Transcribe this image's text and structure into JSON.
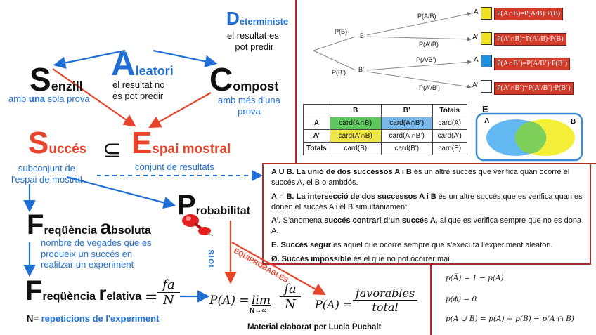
{
  "concepts": {
    "determinista": {
      "cap": "D",
      "rest": "eterministe",
      "desc1": "el resultat es",
      "desc2": "pot predir"
    },
    "aleatori": {
      "cap": "A",
      "rest": "leatori",
      "desc1": "el resultat no",
      "desc2": "es pot predir"
    },
    "senzill": {
      "cap": "S",
      "rest": "enzill",
      "desc_pre": "amb ",
      "desc_bold": "una",
      "desc_post": " sola prova"
    },
    "compost": {
      "cap": "C",
      "rest": "ompost",
      "desc1": "amb més d’una",
      "desc2": "prova"
    },
    "succes": {
      "cap": "S",
      "rest": "uccés",
      "desc1": "subconjunt de",
      "desc2": "l'espai de mostral"
    },
    "subset_symbol": "⊆",
    "espai": {
      "cap": "E",
      "rest": "spai mostral",
      "desc": "conjunt de resultats"
    },
    "probabilitat": {
      "cap": "P",
      "rest": "robabilitat"
    },
    "freq_abs": {
      "cap1": "F",
      "mid": "reqüència ",
      "cap2": "a",
      "rest": "bsoluta",
      "desc1": "nombre de vegades que es",
      "desc2": "produeix un succés en",
      "desc3": "realitzar un experiment"
    },
    "freq_rel": {
      "cap1": "F",
      "mid": "reqüència ",
      "cap2": "r",
      "rest": "elativa",
      "eq": "=",
      "num": "fa",
      "den": "N"
    },
    "n_def": {
      "pre": "N=",
      "text": "repeticions de l'experiment"
    },
    "limit": {
      "lhs": "P(A) =",
      "lim": "lim",
      "sub": "N→∞",
      "num": "fa",
      "den": "N"
    },
    "laplace": {
      "lhs": "P(A) =",
      "num": "favorables",
      "den": "total"
    },
    "arrow_tots": "TOTS",
    "arrow_equi": "EQUIPROBABLES",
    "credit": "Material elaborat per Lucia Puchalt"
  },
  "tree": {
    "root_left": "P(B)",
    "root_right": "P(B’)",
    "b1": "B",
    "b2": "B’",
    "p_ab": "P(A/B)",
    "p_anb": "P(A’/B)",
    "p_abn": "P(A/B’)",
    "p_anbn": "P(A’/B’)",
    "leaves": [
      {
        "label": "A",
        "color": "#f0e020",
        "box": "P(A∩B)=P(A/B)·P(B)"
      },
      {
        "label": "A’",
        "color": "#f0e020",
        "box": "P(A’∩B)=P(A’/B)·P(B)"
      },
      {
        "label": "A",
        "color": "#1f8fe0",
        "box": "P(A∩B’)=P(A/B’)·P(B’)"
      },
      {
        "label": "A’",
        "color": "#ffffff",
        "box": "P(A’∩B’)=P(A’/B’)·P(B’)"
      }
    ]
  },
  "table": {
    "header": [
      "",
      "B",
      "B’",
      "Totals"
    ],
    "rows": [
      [
        "A",
        "card(A∩B)",
        "card(A∩B’)",
        "card(A)"
      ],
      [
        "A’",
        "card(A’∩B)",
        "card(A’∩B’)",
        "card(A’)"
      ],
      [
        "Totals",
        "card(B)",
        "card(B')",
        "card(E)"
      ]
    ],
    "colors": {
      "green": "#5ec85e",
      "yellow": "#f0e84a",
      "blue": "#7ab8ea"
    }
  },
  "venn": {
    "title": "E",
    "a": "A",
    "b": "B"
  },
  "definitions": [
    {
      "bold": "A U B. La unió de dos successos A i B",
      "text": " és un altre succés que verifica quan ocorre el succés A, el B o ambdós."
    },
    {
      "bold": "A ∩ B. La intersecció de dos successos A i B",
      "text": " és un altre succés que es verifica quan es donen el succés A i el B  simultàniament."
    },
    {
      "bold": "A’.",
      "text": "  S’anomena ",
      "bold2": "succés contrari d’un succés A",
      "text2": ", al que es verifica sempre que no es dona A."
    },
    {
      "bold": "E. Succés segur",
      "text": " és aquel que ocorre sempre que s’executa l’experiment aleatori."
    },
    {
      "bold": "Ø. Succés impossible",
      "text": " és el que no pot ocórrer mai."
    }
  ],
  "formulas": [
    "p(A̅) = 1 − p(A)",
    "p(ϕ) = 0",
    "p(A ∪ B) = p(A) + p(B) − p(A ∩ B)"
  ],
  "colors": {
    "blue": "#1f6fd6",
    "red": "#e8442a",
    "frame": "#b02a2a"
  }
}
